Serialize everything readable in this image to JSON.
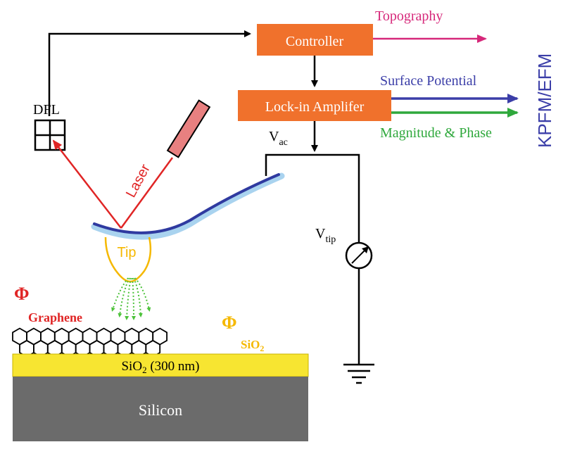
{
  "colors": {
    "box_fill": "#f0712c",
    "topography": "#d6287a",
    "surface_potential": "#3b3ea8",
    "magnitude_phase": "#2fa83c",
    "kpfm": "#3b3ea8",
    "laser": "#e02525",
    "laser_body": "#e88080",
    "tip": "#f5b800",
    "field": "#4cc23a",
    "sio2": "#f7e531",
    "silicon": "#6b6b6b",
    "cantilever": "#2f3aa0",
    "cantilever_glow": "#a9d3ef",
    "phi_graphene": "#e02525",
    "phi_sio2": "#f5b800"
  },
  "labels": {
    "controller": "Controller",
    "lockin": "Lock-in Amplifer",
    "topography": "Topography",
    "surface_potential": "Surface Potential",
    "magnitude_phase": "Magnitude & Phase",
    "kpfm": "KPFM/EFM",
    "dfl": "DFL",
    "vac_main": "V",
    "vac_sub": "ac",
    "vtip_main": "V",
    "vtip_sub": "tip",
    "laser": "Laser",
    "tip": "Tip",
    "phi": "Φ",
    "graphene": "Graphene",
    "sio2_small_main": "SiO",
    "sio2_small_sub": "2",
    "sio2_layer_a": "SiO",
    "sio2_layer_sub": "2",
    "sio2_layer_b": " (300 nm)",
    "silicon": "Silicon"
  }
}
